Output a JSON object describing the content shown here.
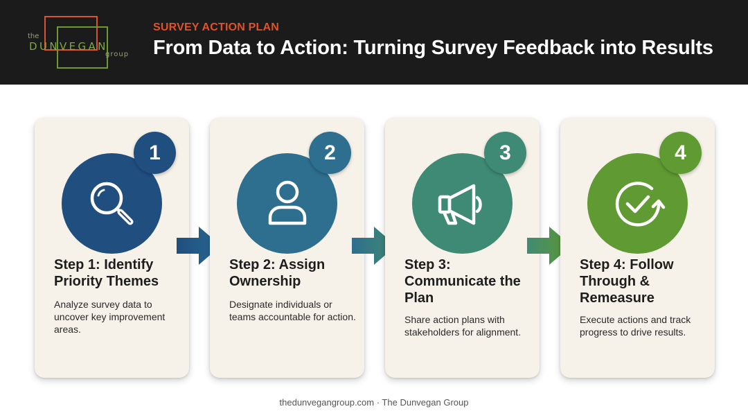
{
  "header": {
    "eyebrow": "SURVEY ACTION PLAN",
    "title": "From Data to Action: Turning Survey Feedback into Results",
    "logo": {
      "the": "the",
      "name": "DUNVEGAN",
      "group": "group"
    }
  },
  "steps": [
    {
      "number": "1",
      "title": "Step 1: Identify Priority Themes",
      "description": "Analyze survey data to uncover key improvement areas.",
      "icon": "magnifying-glass-icon",
      "color": "#1f4e7f"
    },
    {
      "number": "2",
      "title": "Step 2: Assign Ownership",
      "description": "Designate individuals or teams accountable for action.",
      "icon": "person-icon",
      "color": "#2e6e8e"
    },
    {
      "number": "3",
      "title": "Step 3: Communicate the Plan",
      "description": "Share action plans with stakeholders for alignment.",
      "icon": "megaphone-icon",
      "color": "#3f8a74"
    },
    {
      "number": "4",
      "title": "Step 4: Follow Through & Remeasure",
      "description": "Execute actions and track progress to drive results.",
      "icon": "check-refresh-icon",
      "color": "#5f9a32"
    }
  ],
  "footer": {
    "text": "thedunvegangroup.com · The Dunvegan Group"
  }
}
